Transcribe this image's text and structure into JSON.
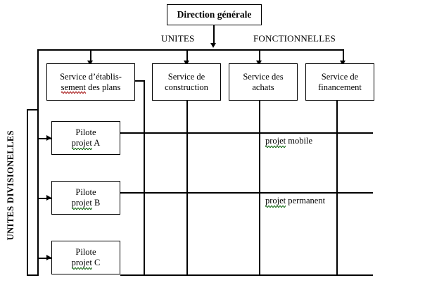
{
  "diagram": {
    "title_box": {
      "label": "Direction générale"
    },
    "axis_labels": {
      "units": "UNITES",
      "fonctionnelles": "FONCTIONNELLES",
      "side_caption": "UNITES DIVISIONELLES"
    },
    "functional_services": [
      {
        "id": "etablissement-plans",
        "line1": "Service d’établis-",
        "line2_a": "sement",
        "line2_b": " des plans",
        "spellcheck": "red"
      },
      {
        "id": "construction",
        "line1": "Service de",
        "line2_a": "construction",
        "line2_b": "",
        "spellcheck": "none"
      },
      {
        "id": "achats",
        "line1": "Service des",
        "line2_a": "achats",
        "line2_b": "",
        "spellcheck": "none"
      },
      {
        "id": "financement",
        "line1": "Service de",
        "line2_a": "financement",
        "line2_b": "",
        "spellcheck": "none"
      }
    ],
    "project_pilots": [
      {
        "id": "pilote-a",
        "line1": "Pilote",
        "line2_a": "projet",
        "line2_b": " A",
        "spellcheck": "green"
      },
      {
        "id": "pilote-b",
        "line1": "Pilote",
        "line2_a": "projet",
        "line2_b": " B",
        "spellcheck": "green"
      },
      {
        "id": "pilote-c",
        "line1": "Pilote",
        "line2_a": "projet",
        "line2_b": " C",
        "spellcheck": "green"
      }
    ],
    "project_row_labels": [
      {
        "id": "projet-mobile",
        "word_a": "projet",
        "word_b": " mobile",
        "spellcheck": "green"
      },
      {
        "id": "projet-permanent",
        "word_a": "projet",
        "word_b": " permanent",
        "spellcheck": "green"
      }
    ],
    "colors": {
      "line": "#000000",
      "background": "#ffffff",
      "spellcheck_red": "#b03030",
      "spellcheck_green": "#2f7a2f"
    }
  }
}
